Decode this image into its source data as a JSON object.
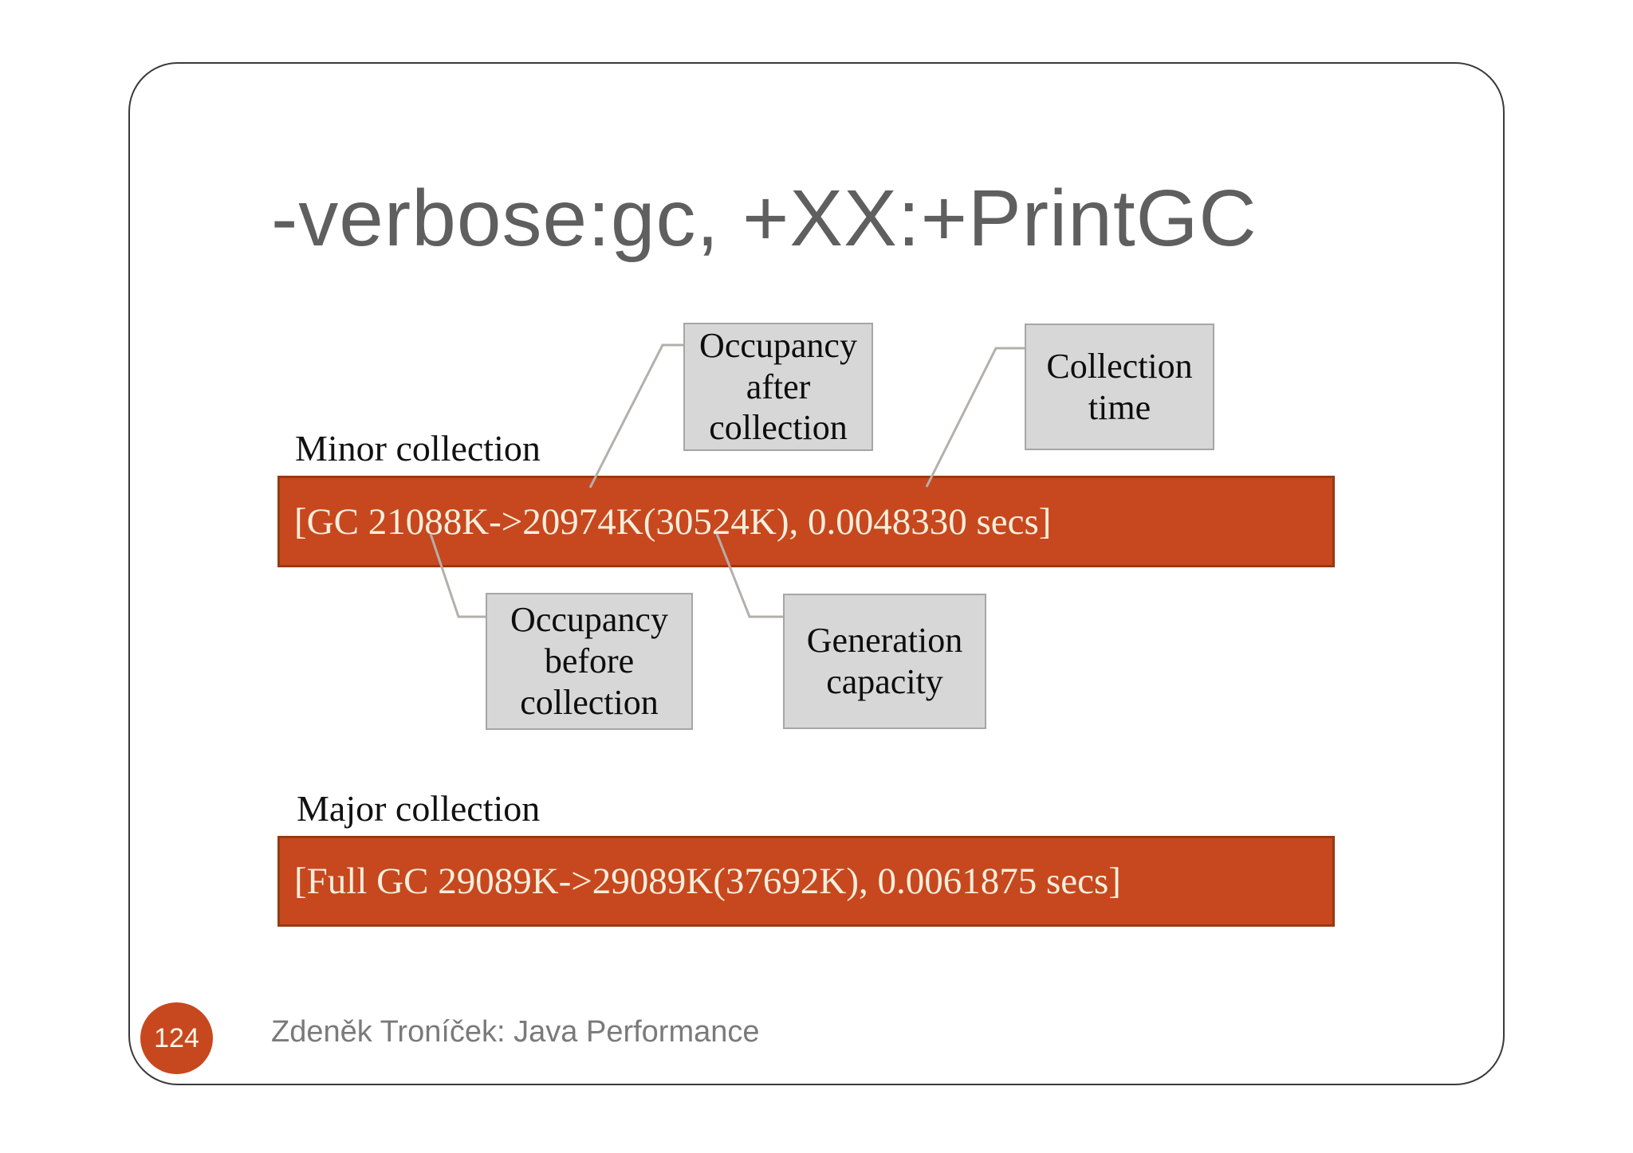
{
  "slide": {
    "title": "-verbose:gc, +XX:+PrintGC"
  },
  "minor": {
    "label": "Minor collection",
    "log": "[GC 21088K->20974K(30524K), 0.0048330 secs]"
  },
  "major": {
    "label": "Major collection",
    "log": "[Full GC 29089K->29089K(37692K), 0.0061875 secs]"
  },
  "callouts": {
    "occupancy_after": "Occupancy\nafter\ncollection",
    "collection_time": "Collection\ntime",
    "occupancy_before": "Occupancy\nbefore\ncollection",
    "generation_capacity": "Generation\ncapacity"
  },
  "footer": {
    "page_number": "124",
    "credit": "Zdeněk Troníček: Java Performance"
  },
  "colors": {
    "accent_orange": "#C7481E",
    "bar_border": "#963A12",
    "callout_fill": "#D7D7D7",
    "callout_border": "#A6A6A6",
    "connector": "#B3B0AB",
    "title_gray": "#5F5F5F",
    "footer_gray": "#7A7A7A",
    "bar_text": "#F5EEDD"
  }
}
